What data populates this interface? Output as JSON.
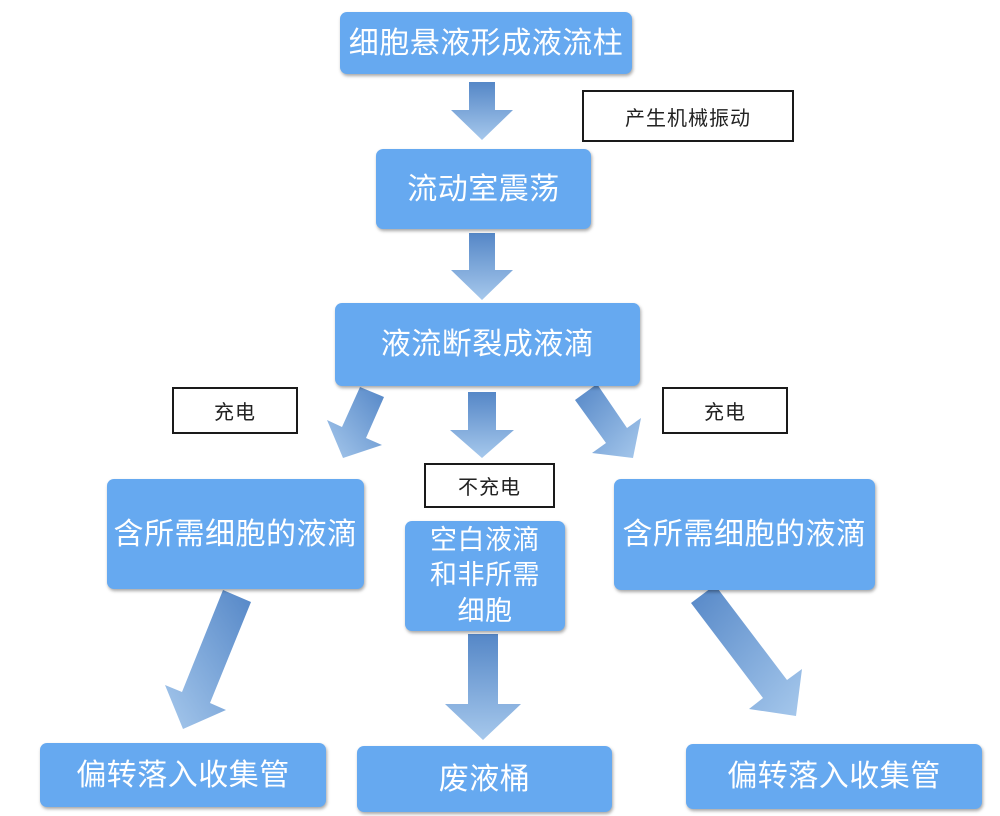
{
  "diagram": {
    "type": "flowchart",
    "topic": "flow-cytometry cell sorting droplet process",
    "colors": {
      "background": "#ffffff",
      "box_fill": "#66a9f0",
      "box_text": "#ffffff",
      "arrow_gradient_start": "#5587c7",
      "arrow_gradient_end": "#a6c8ec",
      "annotation_border": "#1a1a1a",
      "annotation_text": "#222222"
    },
    "nodes": {
      "top": {
        "label": "细胞悬液形成液流柱"
      },
      "flow_chamber": {
        "label": "流动室震荡"
      },
      "breakup": {
        "label": "液流断裂成液滴"
      },
      "left_droplet": {
        "label": "含所需细胞的液滴"
      },
      "mid_droplet": {
        "label": "空白液滴\n和非所需\n细胞"
      },
      "right_droplet": {
        "label": "含所需细胞的液滴"
      },
      "left_collect": {
        "label": "偏转落入收集管"
      },
      "waste": {
        "label": "废液桶"
      },
      "right_collect": {
        "label": "偏转落入收集管"
      }
    },
    "annotations": {
      "vibration": {
        "label": "产生机械振动"
      },
      "charge_left": {
        "label": "充电"
      },
      "no_charge": {
        "label": "不充电"
      },
      "charge_right": {
        "label": "充电"
      }
    },
    "edges": [
      {
        "from": "top",
        "to": "flow_chamber"
      },
      {
        "from": "flow_chamber",
        "to": "breakup"
      },
      {
        "from": "breakup",
        "to": "left_droplet"
      },
      {
        "from": "breakup",
        "to": "mid_droplet"
      },
      {
        "from": "breakup",
        "to": "right_droplet"
      },
      {
        "from": "left_droplet",
        "to": "left_collect"
      },
      {
        "from": "mid_droplet",
        "to": "waste"
      },
      {
        "from": "right_droplet",
        "to": "right_collect"
      }
    ]
  }
}
